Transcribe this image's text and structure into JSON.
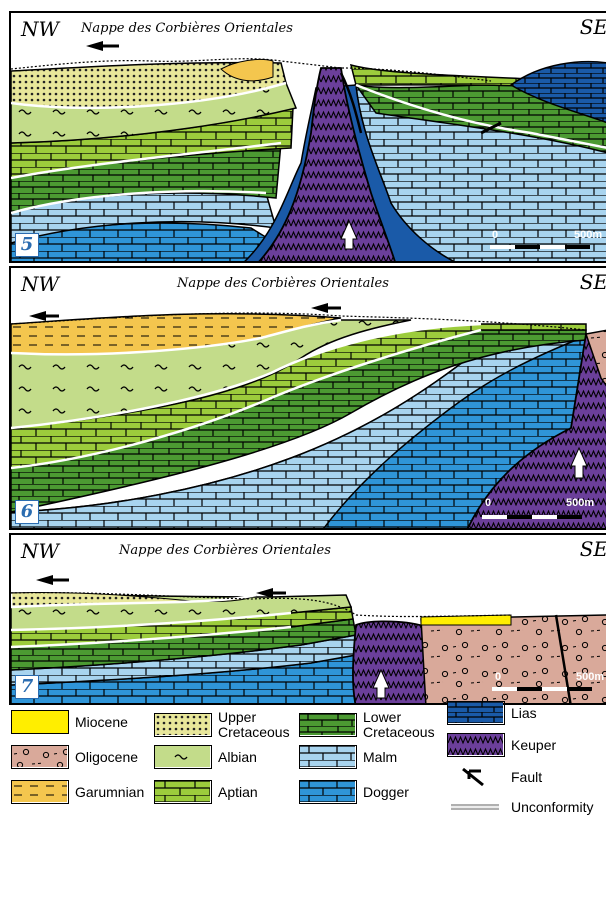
{
  "panels": [
    {
      "number": "5",
      "left_label": "NW",
      "right_label": "SE",
      "title": "Nappe des Corbières Orientales",
      "scale": {
        "start": "0",
        "end": "500m"
      }
    },
    {
      "number": "6",
      "left_label": "NW",
      "right_label": "SE",
      "title": "Nappe des Corbières Orientales",
      "scale": {
        "start": "0",
        "end": "500m"
      }
    },
    {
      "number": "7",
      "left_label": "NW",
      "right_label": "SE",
      "title": "Nappe des Corbières Orientales",
      "scale": {
        "start": "0",
        "end": "500m"
      }
    }
  ],
  "legend": [
    {
      "label": "Miocene",
      "color": "#ffee00",
      "pattern": "plain"
    },
    {
      "label": "Oligocene",
      "color": "#d9a99a",
      "pattern": "conglomerate"
    },
    {
      "label": "Garumnian",
      "color": "#f4c64e",
      "pattern": "dashes"
    },
    {
      "label": "Upper Cretaceous",
      "color": "#e8e79a",
      "pattern": "dots"
    },
    {
      "label": "Albian",
      "color": "#c3dc8a",
      "pattern": "waves"
    },
    {
      "label": "Aptian",
      "color": "#9ccc3c",
      "pattern": "bricks"
    },
    {
      "label": "Lower Cretaceous",
      "color": "#4c9a32",
      "pattern": "bricks"
    },
    {
      "label": "Malm",
      "color": "#a8d4ef",
      "pattern": "bricks"
    },
    {
      "label": "Dogger",
      "color": "#2f95d8",
      "pattern": "bricks"
    },
    {
      "label": "Lias",
      "color": "#1a5aa8",
      "pattern": "bricks"
    },
    {
      "label": "Keuper",
      "color": "#6b3f9a",
      "pattern": "zigzag"
    },
    {
      "label": "Fault",
      "color": "#000000",
      "pattern": "fault-symbol"
    },
    {
      "label": "Unconformity",
      "color": "#b0b0b0",
      "pattern": "line"
    }
  ]
}
